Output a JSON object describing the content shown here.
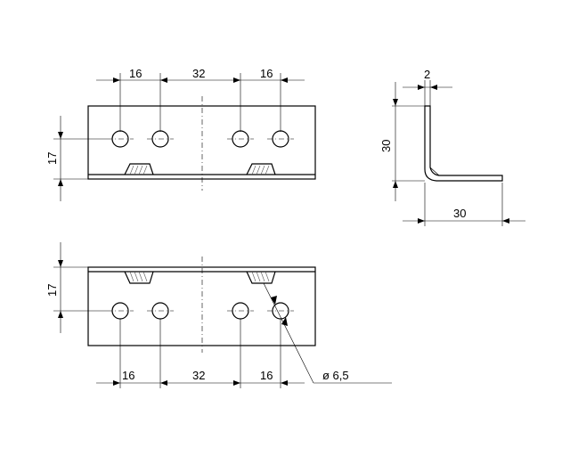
{
  "top_view": {
    "dim_spacing": [
      "16",
      "32",
      "16"
    ],
    "dim_height": "17"
  },
  "side_view": {
    "dim_thickness": "2",
    "dim_height": "30",
    "dim_width": "30"
  },
  "bottom_view": {
    "dim_spacing": [
      "16",
      "32",
      "16"
    ],
    "dim_height": "17",
    "hole_diameter": "ø 6,5"
  }
}
